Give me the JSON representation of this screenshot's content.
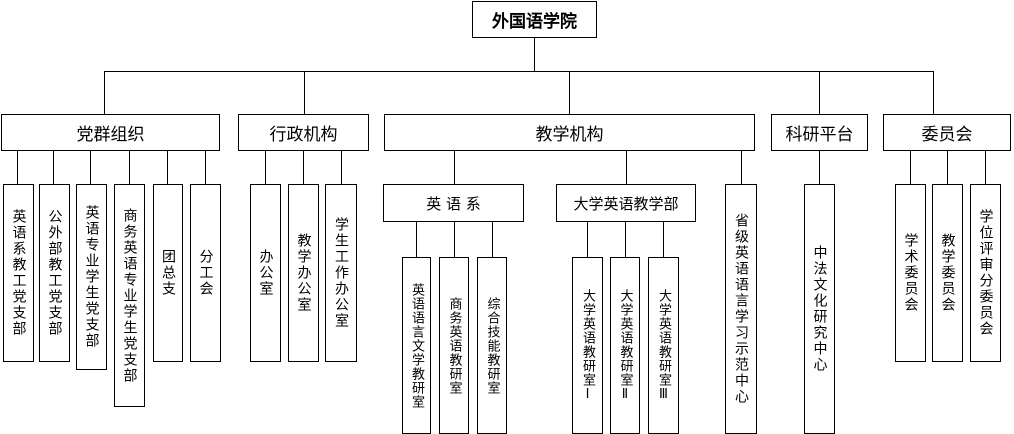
{
  "root": {
    "label": "外国语学院"
  },
  "categories": [
    {
      "label": "党群组织",
      "children": [
        "英语系教工党支部",
        "公外部教工党支部",
        "英语专业学生党支部",
        "商务英语专业学生党支部",
        "团总支",
        "分工会"
      ]
    },
    {
      "label": "行政机构",
      "children": [
        "办公室",
        "教学办公室",
        "学生工作办公室"
      ]
    },
    {
      "label": "教学机构",
      "departments": [
        {
          "label": "英 语 系",
          "children": [
            "英语语言文学教研室",
            "商务英语教研室",
            "综合技能教研室"
          ]
        },
        {
          "label": "大学英语教学部",
          "children": [
            "大学英语教研室Ⅰ",
            "大学英语教研室Ⅱ",
            "大学英语教研室Ⅲ"
          ]
        }
      ],
      "center": "省级英语语言学习示范中心"
    },
    {
      "label": "科研平台",
      "children": [
        "中法文化研究中心"
      ]
    },
    {
      "label": "委员会",
      "children": [
        "学术委员会",
        "教学委员会",
        "学位评审分委员会"
      ]
    }
  ]
}
